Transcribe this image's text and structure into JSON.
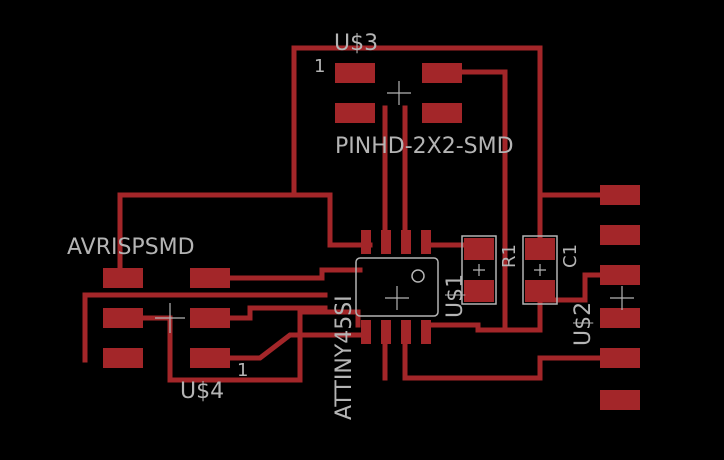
{
  "colors": {
    "background": "#000000",
    "copper": "#a32629",
    "silkscreen": "#b4b4b4",
    "pad_light": "#c8c8c8"
  },
  "labels": {
    "u3_name": "U$3",
    "u3_value": "PINHD-2X2-SMD",
    "u3_pin1": "1",
    "avr_value": "AVRISPSMD",
    "u4_name": "U$4",
    "u4_pin1": "1",
    "ic_value": "ATTINY45SI",
    "ic_name": "U$1",
    "r_name": "R1",
    "c_name": "C1",
    "u2_name": "U$2"
  }
}
